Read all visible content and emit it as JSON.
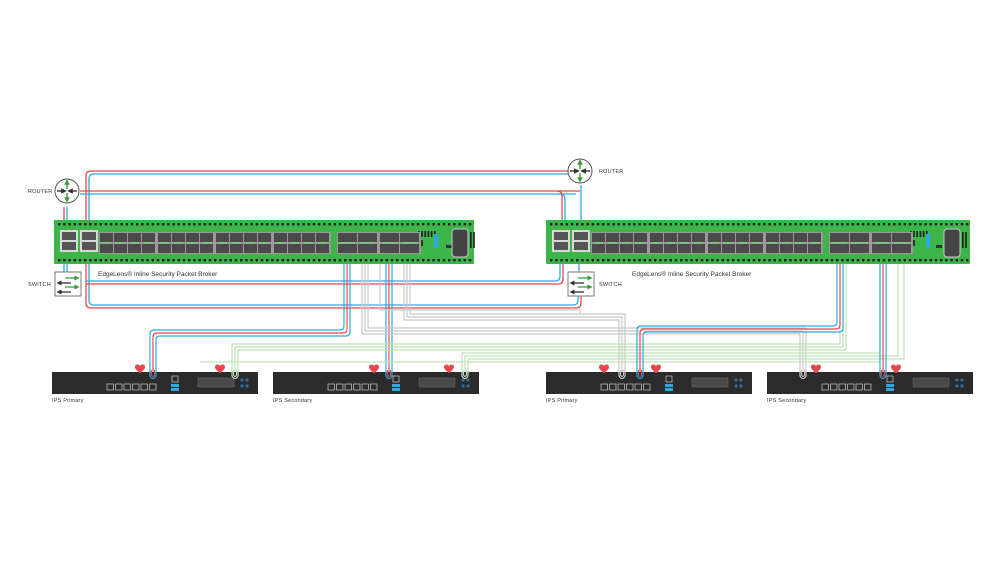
{
  "colors": {
    "broker_green": "#3db54a",
    "broker_green_dark": "#2a8a35",
    "port_dark": "#4a4a4a",
    "appliance_dark": "#2b2b2b",
    "cable_red": "#e8474c",
    "cable_blue": "#29abe2",
    "cable_gray": "#c8c8c8",
    "cable_green": "#bfe3b8",
    "heart": "#e8474c",
    "arrow_green": "#3a9a3e",
    "arrow_dark": "#333333"
  },
  "brokers": [
    {
      "id": "broker-left",
      "label": "EdgeLens® Inline Security Packet Broker"
    },
    {
      "id": "broker-right",
      "label": "EdgeLens® Inline Security Packet Broker"
    }
  ],
  "network_devices": [
    {
      "id": "router-left",
      "type": "router",
      "label": "ROUTER"
    },
    {
      "id": "switch-left",
      "type": "switch",
      "label": "SWITCH"
    },
    {
      "id": "router-right",
      "type": "router",
      "label": "ROUTER"
    },
    {
      "id": "switch-right",
      "type": "switch",
      "label": "SWITCH"
    }
  ],
  "appliances": [
    {
      "id": "ips-1",
      "label": "IPS Primary",
      "heartbeats": 2
    },
    {
      "id": "ips-2",
      "label": "IPS Secondary",
      "heartbeats": 2
    },
    {
      "id": "ips-3",
      "label": "IPS Primary",
      "heartbeats": 2
    },
    {
      "id": "ips-4",
      "label": "IPS Secondary",
      "heartbeats": 2
    }
  ],
  "legend_links": [
    {
      "name": "inline-traffic",
      "colors": [
        "red",
        "blue"
      ]
    },
    {
      "name": "heartbeat-link-gray",
      "colors": [
        "gray"
      ]
    },
    {
      "name": "heartbeat-link-green",
      "colors": [
        "green"
      ]
    }
  ]
}
